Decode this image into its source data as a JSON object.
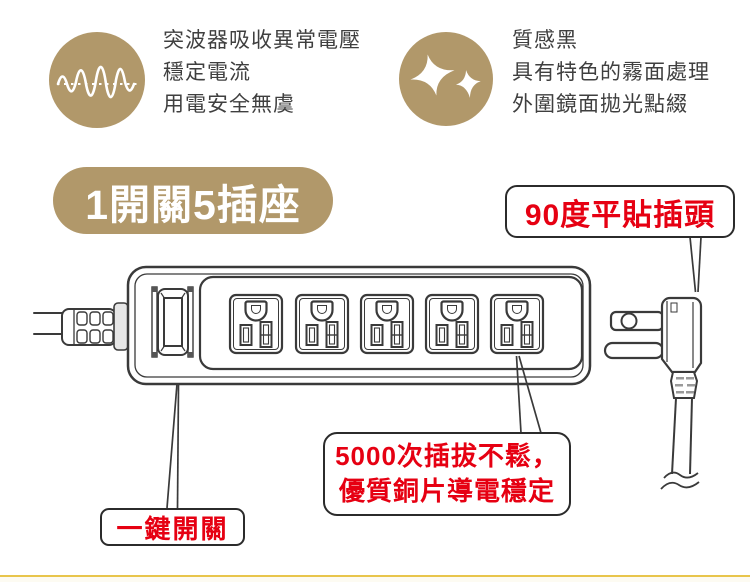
{
  "colors": {
    "gold": "#b1986a",
    "red": "#e60012",
    "line": "#3a3a3a",
    "text": "#3f3f3f",
    "bar": "#e8c54b",
    "bar_bg": "#fdfbf2"
  },
  "features": [
    {
      "icon": "surge-wave-icon",
      "lines": [
        "突波器吸收異常電壓",
        "穩定電流",
        "用電安全無虞"
      ]
    },
    {
      "icon": "sparkles-icon",
      "lines": [
        "質感黑",
        "具有特色的霧面處理",
        "外圍鏡面拋光點綴"
      ]
    }
  ],
  "badge": {
    "label": "1開關5插座"
  },
  "callouts": {
    "plug": {
      "label": "90度平貼插頭"
    },
    "outlet": {
      "line1": "5000次插拔不鬆，",
      "line2": "優質銅片導電穩定"
    },
    "switch": {
      "label": "一鍵開關"
    }
  },
  "illustration": {
    "subject": "5-outlet power strip with one switch, side cord, and 90-degree flat plug"
  }
}
